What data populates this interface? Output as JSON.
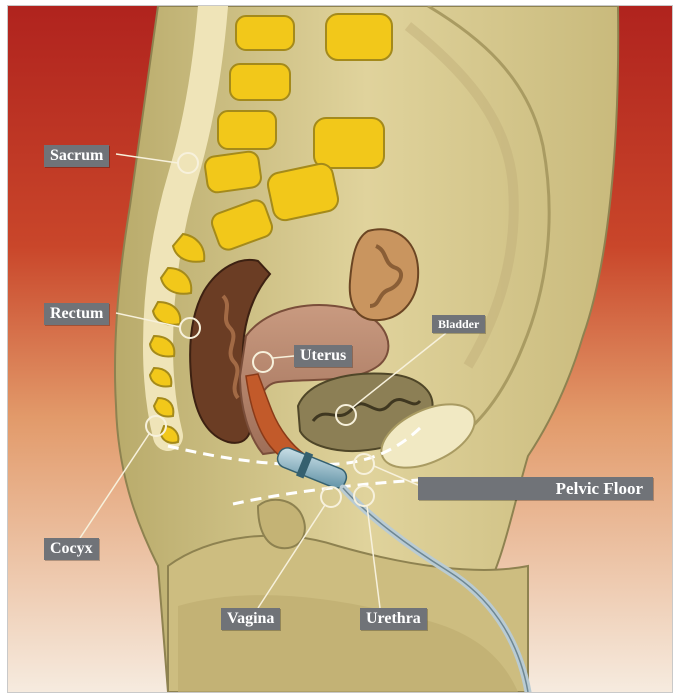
{
  "labels": {
    "sacrum": "Sacrum",
    "rectum": "Rectum",
    "uterus": "Uterus",
    "bladder": "Bladder",
    "pelvic_floor": "Pelvic Floor",
    "cocyx": "Cocyx",
    "vagina": "Vagina",
    "urethra": "Urethra"
  },
  "colors": {
    "background_top": "#b0231e",
    "background_mid": "#d97a45",
    "background_bottom": "#f6ebdf",
    "body_tissue": "#d8c98e",
    "bone": "#f2c81a",
    "rectum": "#6b3d24",
    "uterus": "#b8866a",
    "label_bg": "#707378"
  }
}
